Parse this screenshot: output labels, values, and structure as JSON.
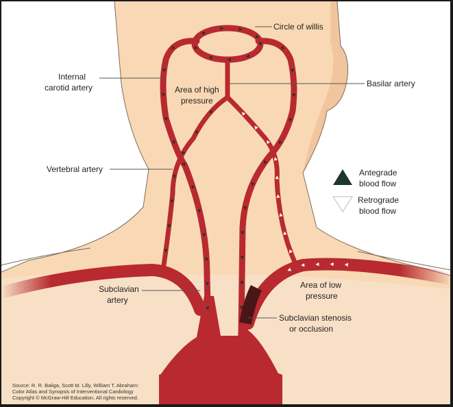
{
  "labels": {
    "circle_of_willis": "Circle of willis",
    "internal_carotid_1": "Internal",
    "internal_carotid_2": "carotid artery",
    "high_pressure_1": "Area of high",
    "high_pressure_2": "pressure",
    "basilar": "Basilar artery",
    "vertebral": "Vertebral artery",
    "antegrade_1": "Antegrade",
    "antegrade_2": "blood flow",
    "retrograde_1": "Retrograde",
    "retrograde_2": "blood flow",
    "subclavian_1": "Subclavian",
    "subclavian_2": "artery",
    "low_pressure_1": "Area of low",
    "low_pressure_2": "pressure",
    "stenosis_1": "Subclavian stenosis",
    "stenosis_2": "or occlusion"
  },
  "source": {
    "line1": "Source: R. R. Baliga, Scott M. Lilly, William T. Abraham:",
    "line2": "Color Atlas and Synopsis of Interventional Cardiology",
    "line3": "Copyright © McGraw-Hill Education. All rights reserved."
  },
  "colors": {
    "skin": "#f9d9b5",
    "skin_outline": "#7a6a5a",
    "artery": "#b82a2f",
    "artery_dark": "#8f1c22",
    "stenosis": "#4a1518",
    "antegrade": "#1f3530",
    "retrograde": "#ffffff"
  },
  "icons": [
    "antegrade-triangle-icon",
    "retrograde-triangle-icon"
  ]
}
